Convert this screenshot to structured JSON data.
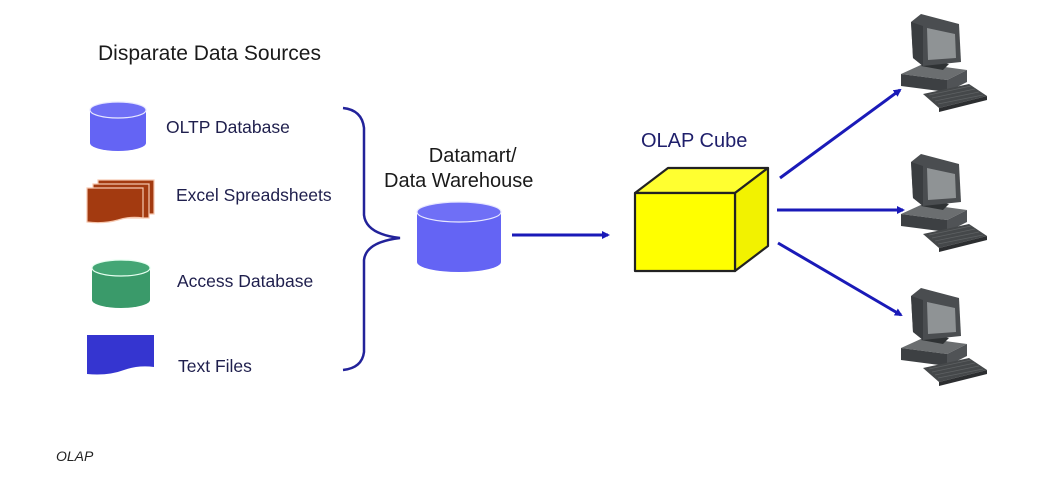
{
  "diagram": {
    "heading": "Disparate Data Sources",
    "sources": [
      {
        "label": "OLTP Database",
        "icon": "database-cylinder-icon",
        "color": "#6464f4"
      },
      {
        "label": "Excel Spreadsheets",
        "icon": "stacked-documents-icon",
        "color": "#a33a10"
      },
      {
        "label": "Access Database",
        "icon": "database-cylinder-icon",
        "color": "#3a9a6a"
      },
      {
        "label": "Text Files",
        "icon": "document-icon",
        "color": "#3535d0"
      }
    ],
    "warehouse": {
      "line1": "Datamart/",
      "line2": "Data Warehouse",
      "icon": "database-cylinder-icon",
      "color": "#6464f4"
    },
    "cube": {
      "title": "OLAP Cube",
      "icon": "cube-icon",
      "color": "#ffff00"
    },
    "clients": [
      {
        "icon": "desktop-computer-icon"
      },
      {
        "icon": "desktop-computer-icon"
      },
      {
        "icon": "desktop-computer-icon"
      }
    ],
    "connector_color": "#1a1ab8",
    "brace_color": "#22229a"
  },
  "caption": "OLAP"
}
